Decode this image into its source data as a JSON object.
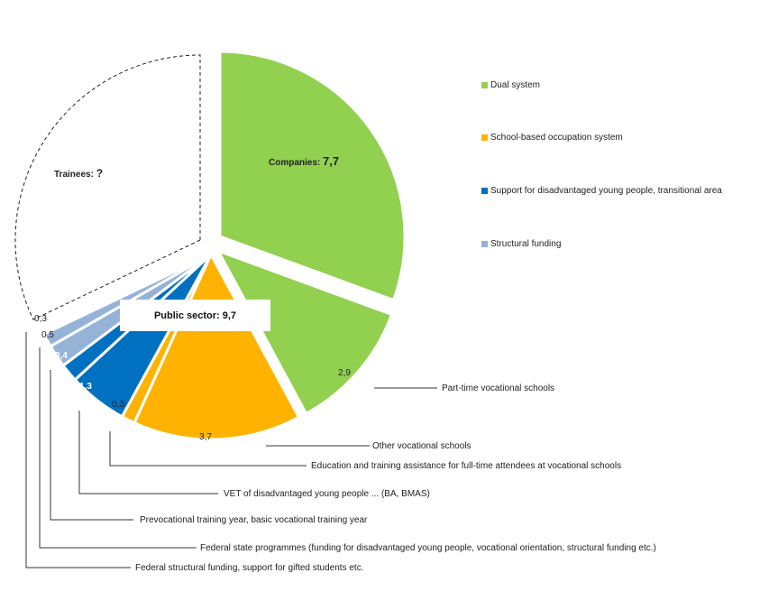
{
  "chart_data": {
    "type": "pie",
    "title": "",
    "groups": [
      {
        "name": "Trainees",
        "label": "Trainees:",
        "value_text": "?"
      },
      {
        "name": "Companies",
        "label": "Companies:",
        "value_text": "7,7"
      },
      {
        "name": "Public sector",
        "label": "Public sector: 9,7"
      }
    ],
    "slices": [
      {
        "label": "Companies",
        "value": 7.7,
        "value_text": "",
        "category": "Dual system",
        "group": "Companies"
      },
      {
        "label": "Part-time vocational schools",
        "value": 2.9,
        "value_text": "2,9",
        "category": "Dual system",
        "group": "Companies"
      },
      {
        "label": "Other vocational schools",
        "value": 3.7,
        "value_text": "3,7",
        "category": "School-based  occupation system",
        "group": "Public sector"
      },
      {
        "label": "Education and training assistance for full-time attendees at vocational schools",
        "value": 0.3,
        "value_text": "0,3",
        "category": "School-based  occupation system",
        "group": "Public sector"
      },
      {
        "label": "VET of disadvantaged young people ... (BA, BMAS)",
        "value": 1.3,
        "value_text": "1,3",
        "category": "Support for disadvantaged young people, transitional area",
        "group": "Public sector"
      },
      {
        "label": "Prevocational training  year, basic vocational training year",
        "value": 0.4,
        "value_text": "0,4",
        "category": "Support for disadvantaged young people, transitional area",
        "group": "Public sector"
      },
      {
        "label": "Federal state programmes (funding for disadvantaged  young people, vocational orientation, structural funding  etc.)",
        "value": 0.5,
        "value_text": "0,5",
        "category": "Structural funding",
        "group": "Public sector"
      },
      {
        "label": "Federal structural funding, support for gifted students etc.",
        "value": 0.3,
        "value_text": "0,3",
        "category": "Structural funding",
        "group": "Public sector"
      },
      {
        "label": "Trainees",
        "value": null,
        "value_text": "?",
        "category": "",
        "group": "Trainees"
      }
    ],
    "legend": [
      {
        "label": "Dual system",
        "color": "#92d050"
      },
      {
        "label": "School-based  occupation system",
        "color": "#ffb300"
      },
      {
        "label": "Support for disadvantaged young people, transitional area",
        "color": "#0070c0"
      },
      {
        "label": "Structural funding",
        "color": "#95b3d7"
      }
    ],
    "legend_position": "right"
  }
}
